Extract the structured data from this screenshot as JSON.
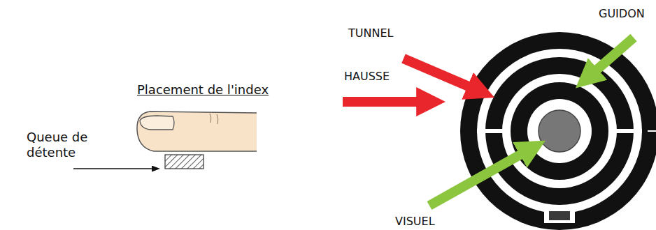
{
  "diagram": {
    "labels": [
      "Placement de l'index",
      "Queue de détente",
      "TUNNEL",
      "GUIDON",
      "HAUSSE",
      "VISUEL"
    ]
  }
}
